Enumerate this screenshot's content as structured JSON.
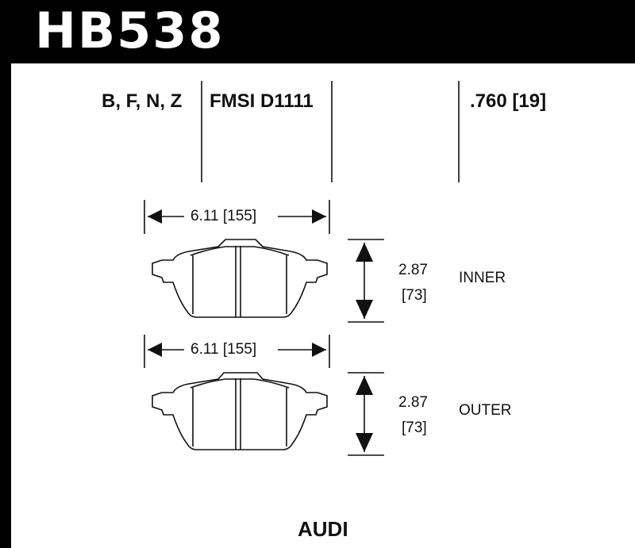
{
  "header": {
    "part_number": "HB538"
  },
  "specs": {
    "compounds": "B, F, N, Z",
    "fmsi": "FMSI D1111",
    "thickness": ".760 [19]"
  },
  "pads": [
    {
      "name": "INNER",
      "width": "6.11 [155]",
      "height_in": "2.87",
      "height_mm": "[73]"
    },
    {
      "name": "OUTER",
      "width": "6.11 [155]",
      "height_in": "2.87",
      "height_mm": "[73]"
    }
  ],
  "footer": {
    "make": "AUDI"
  },
  "colors": {
    "background": "#000000",
    "sheet": "#ffffff",
    "line": "#111111"
  }
}
